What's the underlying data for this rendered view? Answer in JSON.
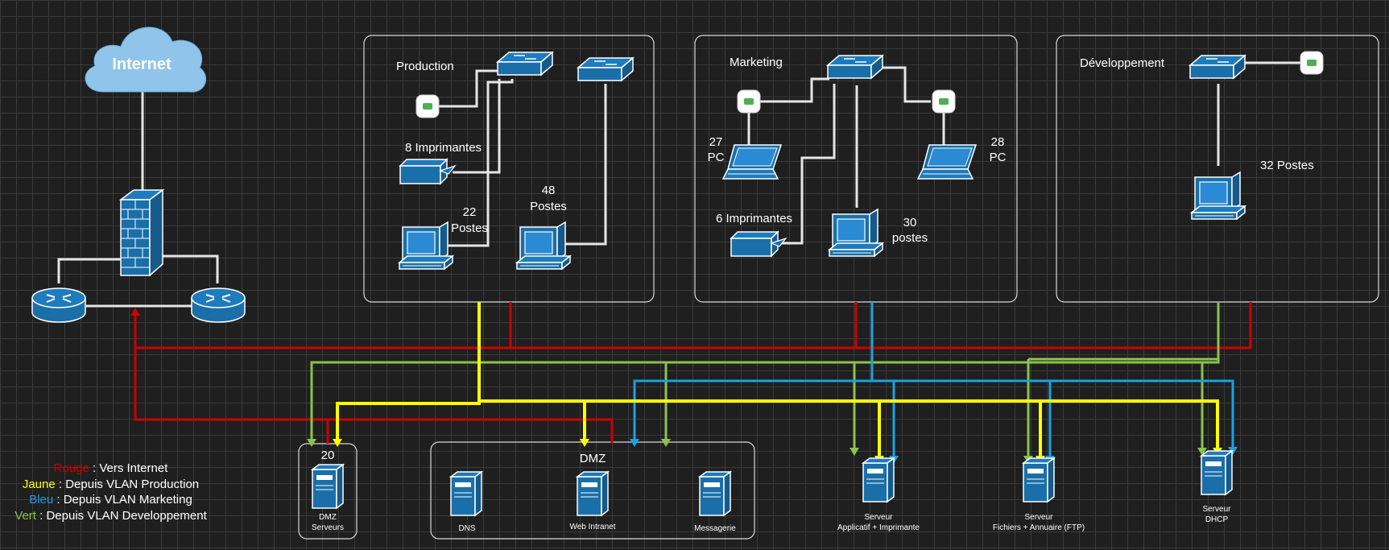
{
  "internet": {
    "label": "Internet"
  },
  "zones": {
    "production": {
      "title": "Production",
      "printers": "8 Imprimantes",
      "postes_a_count": "22",
      "postes_a_label": "Postes",
      "postes_b_count": "48",
      "postes_b_label": "Postes"
    },
    "marketing": {
      "title": "Marketing",
      "pc_left_count": "27",
      "pc_left_label": "PC",
      "pc_right_count": "28",
      "pc_right_label": "PC",
      "printers": "6 Imprimantes",
      "postes_count": "30",
      "postes_label": "postes"
    },
    "developpement": {
      "title": "Développement",
      "postes": "32 Postes"
    }
  },
  "dmz_servers": {
    "count": "20",
    "line1": "DMZ",
    "line2": "Serveurs"
  },
  "dmz": {
    "title": "DMZ",
    "dns": "DNS",
    "web": "Web Intranet",
    "mail": "Messagerie"
  },
  "servers": {
    "app": {
      "line1": "Serveur",
      "line2": "Applicatif + Imprimante"
    },
    "files": {
      "line1": "Serveur",
      "line2": "Fichiers + Annuaire (FTP)"
    },
    "dhcp": {
      "line1": "Serveur",
      "line2": "DHCP"
    }
  },
  "legend": {
    "red": {
      "key": "Rouge",
      "text": " : Vers Internet"
    },
    "yellow": {
      "key": "Jaune",
      "text": " : Depuis VLAN Production"
    },
    "blue": {
      "key": "Bleu",
      "text": " : Depuis VLAN Marketing"
    },
    "green": {
      "key": "Vert",
      "text": " : Depuis VLAN Developpement"
    }
  },
  "colors": {
    "red": "#cc0000",
    "yellow": "#ffff00",
    "blue": "#1ba1e2",
    "green": "#8bc34a",
    "device": "#1a6fa8",
    "background": "#1f1f1f"
  }
}
